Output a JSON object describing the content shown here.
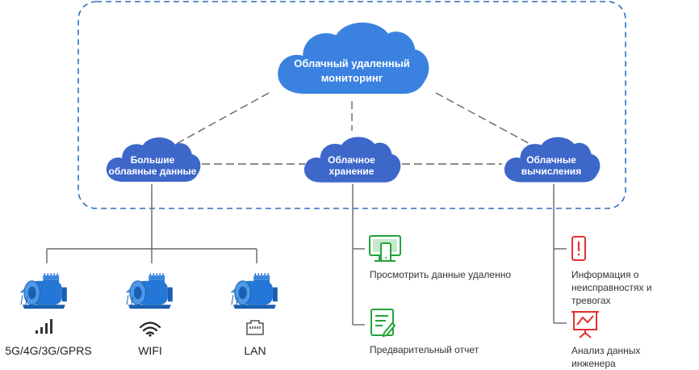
{
  "colors": {
    "cloud_main": "#3B82E0",
    "cloud_secondary": "#3D67C9",
    "boundary": "#2F6FC0",
    "connector": "#666666",
    "device": "#2477D6",
    "device_screen": "#22A33A",
    "alert_icon": "#E03030"
  },
  "clouds": {
    "main": {
      "line1": "Облачный удаленный",
      "line2": "мониторинг"
    },
    "bigdata": {
      "line1": "Большие",
      "line2": "облаяные данные"
    },
    "storage": {
      "line1": "Облачное",
      "line2": "хранение"
    },
    "compute": {
      "line1": "Облачные",
      "line2": "вычисления"
    }
  },
  "devices": [
    {
      "label": "5G/4G/3G/GPRS",
      "icon": "signal-bars-icon"
    },
    {
      "label": "WIFI",
      "icon": "wifi-icon"
    },
    {
      "label": "LAN",
      "icon": "lan-port-icon"
    }
  ],
  "storage_outputs": [
    {
      "label": "Просмотрить данные удаленно",
      "icon": "monitor-phone-icon"
    },
    {
      "label": "Предварительный отчет",
      "icon": "report-document-icon"
    }
  ],
  "compute_outputs": [
    {
      "lines": [
        "Информация о",
        "неисправностях и",
        "тревогах"
      ],
      "icon": "phone-alert-icon"
    },
    {
      "lines": [
        "Анализ данных",
        "инженера"
      ],
      "icon": "presentation-chart-icon"
    }
  ]
}
